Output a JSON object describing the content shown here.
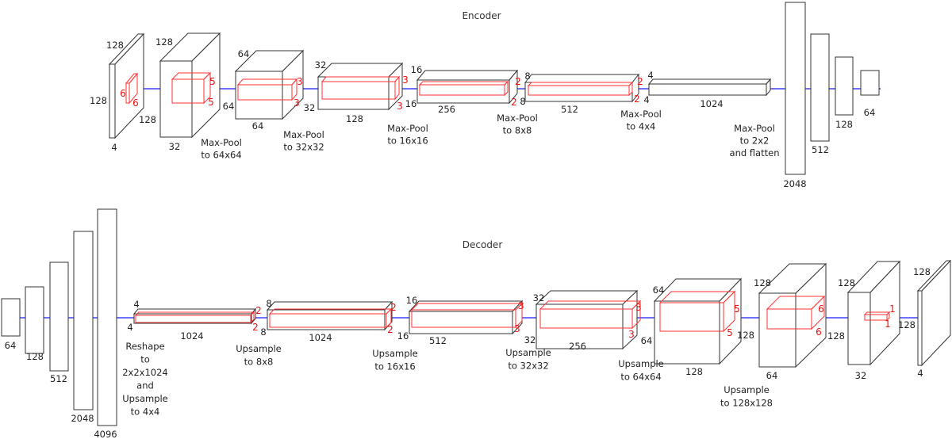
{
  "colors": {
    "box_stroke": "#333333",
    "kernel_stroke": "#ff3333",
    "flow_line": "#1a1aff"
  },
  "encoder": {
    "title": "Encoder",
    "conv_blocks": [
      {
        "top": "128",
        "left": "128",
        "bottom": "4",
        "kernel": [
          "6",
          "6"
        ]
      },
      {
        "top": "128",
        "left": "128",
        "bottom": "32",
        "kernel": [
          "5",
          "5"
        ]
      },
      {
        "top": "64",
        "left": "64",
        "bottom": "64",
        "kernel": [
          "3",
          "3"
        ]
      },
      {
        "top": "32",
        "left": "32",
        "bottom": "128",
        "kernel": [
          "3",
          "3"
        ]
      },
      {
        "top": "16",
        "left": "16",
        "bottom": "256",
        "kernel": [
          "2",
          "2"
        ]
      },
      {
        "top": "8",
        "left": "8",
        "bottom": "512",
        "kernel": [
          "2",
          "2"
        ]
      },
      {
        "top": "4",
        "left": "4",
        "bottom": "1024",
        "kernel": []
      }
    ],
    "captions": [
      [
        "Max-Pool",
        "to 64x64"
      ],
      [
        "Max-Pool",
        "to 32x32"
      ],
      [
        "Max-Pool",
        "to 16x16"
      ],
      [
        "Max-Pool",
        "to 8x8"
      ],
      [
        "Max-Pool",
        "to 4x4"
      ],
      [
        "Max-Pool",
        "to 2x2",
        "and flatten"
      ]
    ],
    "dense_layers": [
      "2048",
      "512",
      "128",
      "64"
    ]
  },
  "decoder": {
    "title": "Decoder",
    "dense_layers": [
      "64",
      "128",
      "512",
      "2048",
      "4096"
    ],
    "conv_blocks": [
      {
        "top": "4",
        "left": "4",
        "bottom": "1024",
        "kernel": [
          "2",
          "2"
        ]
      },
      {
        "top": "8",
        "left": "8",
        "bottom": "1024",
        "kernel": [
          "2",
          "2"
        ]
      },
      {
        "top": "16",
        "left": "16",
        "bottom": "512",
        "kernel": [
          "3",
          "3"
        ]
      },
      {
        "top": "32",
        "left": "32",
        "bottom": "256",
        "kernel": [
          "3",
          "3"
        ]
      },
      {
        "top": "64",
        "left": "64",
        "bottom": "128",
        "kernel": [
          "5",
          "5"
        ]
      },
      {
        "top": "128",
        "left": "128",
        "bottom": "64",
        "kernel": [
          "6",
          "6"
        ]
      },
      {
        "top": "128",
        "left": "128",
        "bottom": "32",
        "kernel": [
          "1",
          "1"
        ]
      },
      {
        "top": "128",
        "left": "128",
        "bottom": "4",
        "kernel": []
      }
    ],
    "captions": [
      [
        "Reshape",
        "to",
        "2x2x1024",
        "and",
        "Upsample",
        "to 4x4"
      ],
      [
        "Upsample",
        "to 8x8"
      ],
      [
        "Upsample",
        "to 16x16"
      ],
      [
        "Upsample",
        "to 32x32"
      ],
      [
        "Upsample",
        "to 64x64"
      ],
      [
        "Upsample",
        "to 128x128"
      ]
    ]
  }
}
